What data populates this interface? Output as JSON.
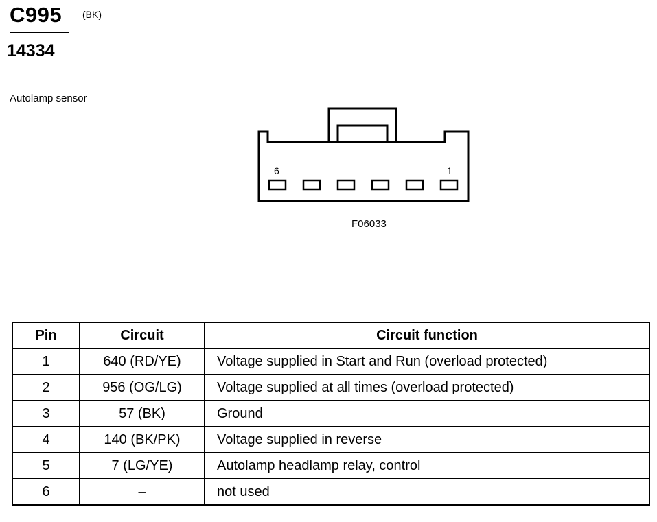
{
  "connector": {
    "id": "C995",
    "color": "(BK)",
    "part_number": "14334",
    "description": "Autolamp sensor",
    "figure_id": "F06033",
    "pin_label_left": "6",
    "pin_label_right": "1"
  },
  "table": {
    "headers": [
      "Pin",
      "Circuit",
      "Circuit function"
    ],
    "rows": [
      {
        "pin": "1",
        "circuit": "640 (RD/YE)",
        "function": "Voltage supplied in Start and Run (overload protected)"
      },
      {
        "pin": "2",
        "circuit": "956 (OG/LG)",
        "function": "Voltage supplied at all times (overload protected)"
      },
      {
        "pin": "3",
        "circuit": "57 (BK)",
        "function": "Ground"
      },
      {
        "pin": "4",
        "circuit": "140 (BK/PK)",
        "function": "Voltage supplied in reverse"
      },
      {
        "pin": "5",
        "circuit": "7 (LG/YE)",
        "function": "Autolamp headlamp relay, control"
      },
      {
        "pin": "6",
        "circuit": "–",
        "function": "not used"
      }
    ]
  }
}
